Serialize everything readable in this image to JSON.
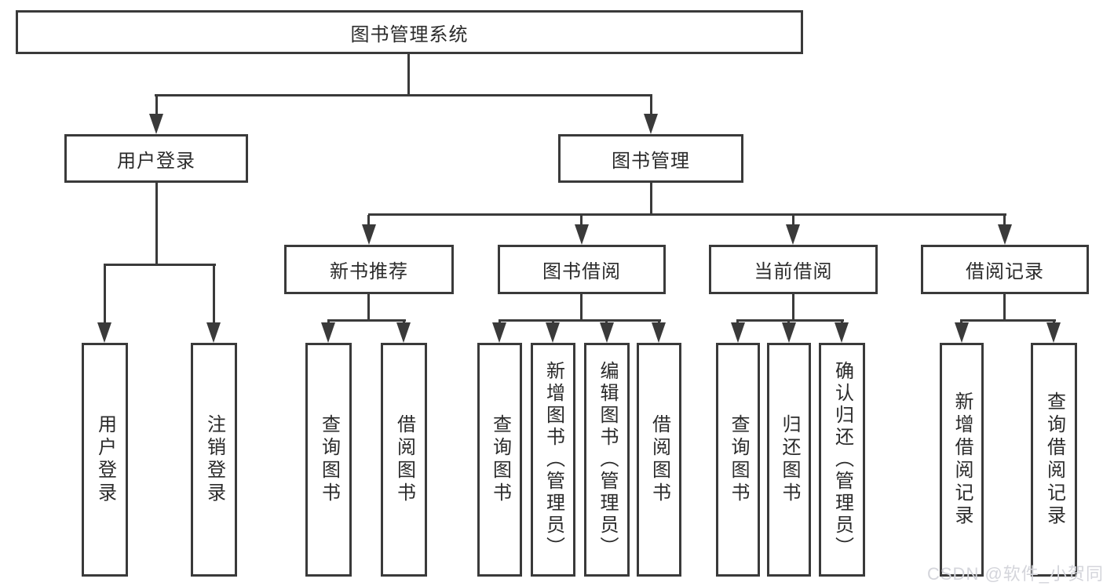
{
  "diagram": {
    "root": {
      "label": "图书管理系统"
    },
    "level2": [
      {
        "label": "用户登录",
        "leaves": [
          {
            "label": "用户登录"
          },
          {
            "label": "注销登录"
          }
        ]
      },
      {
        "label": "图书管理",
        "sections": [
          {
            "label": "新书推荐",
            "leaves": [
              {
                "label": "查询图书"
              },
              {
                "label": "借阅图书"
              }
            ]
          },
          {
            "label": "图书借阅",
            "leaves": [
              {
                "label": "查询图书"
              },
              {
                "label": "新增图书（管理员）"
              },
              {
                "label": "编辑图书（管理员）"
              },
              {
                "label": "借阅图书"
              }
            ]
          },
          {
            "label": "当前借阅",
            "leaves": [
              {
                "label": "查询图书"
              },
              {
                "label": "归还图书"
              },
              {
                "label": "确认归还（管理员）"
              }
            ]
          },
          {
            "label": "借阅记录",
            "leaves": [
              {
                "label": "新增借阅记录"
              },
              {
                "label": "查询借阅记录"
              }
            ]
          }
        ]
      }
    ],
    "watermark": "CSDN @软件_小贺同学",
    "colors": {
      "line": "#3a3a3a",
      "text": "#2b2b2b",
      "box_bg": "#ffffff",
      "watermark": "#d4d5db"
    }
  }
}
